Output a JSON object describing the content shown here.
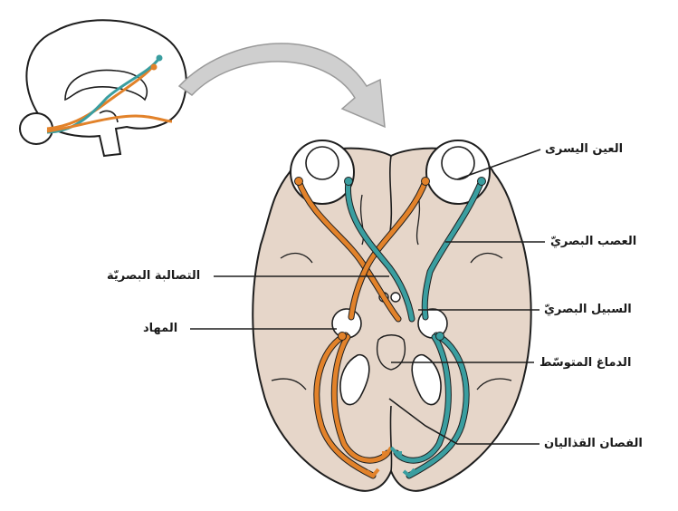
{
  "labels": {
    "left_eye": "العين اليسرى",
    "optic_nerve": "العصب البصريّ",
    "optic_chiasm": "التصالبة البصريّة",
    "optic_tract": "السبيل البصريّ",
    "thalamus": "المهاد",
    "midbrain": "الدماغ المتوسّط",
    "occipital_lobes": "الفصان القذاليان"
  },
  "colors": {
    "brain_fill": "#e6d6c9",
    "outline": "#1e1e1e",
    "left_pathway": "#e2822a",
    "right_pathway": "#3a9ea0",
    "arrow_fill": "#cfcfcf",
    "pathway_core": "#ffffff"
  }
}
